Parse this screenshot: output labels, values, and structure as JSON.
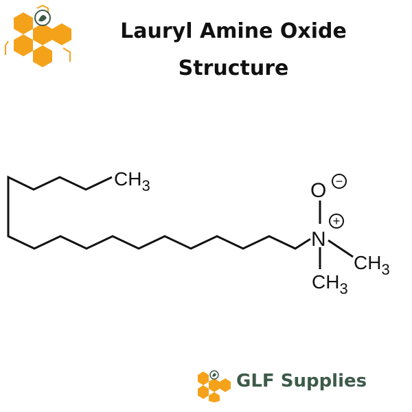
{
  "title_line1": "Lauryl Amine Oxide",
  "title_line2": "Structure",
  "brand": {
    "name": "GLF Supplies",
    "color": "#3d5a49",
    "logo_color": "#f5a21b",
    "logo_icon": "flask-leaf-icon"
  },
  "structure": {
    "atoms": {
      "ch3_chain": "CH",
      "subscript_3": "3",
      "oxygen": "O",
      "nitrogen": "N",
      "methyl_1": "CH",
      "methyl_2": "CH"
    },
    "charges": {
      "oxygen": "−",
      "nitrogen": "+"
    }
  }
}
